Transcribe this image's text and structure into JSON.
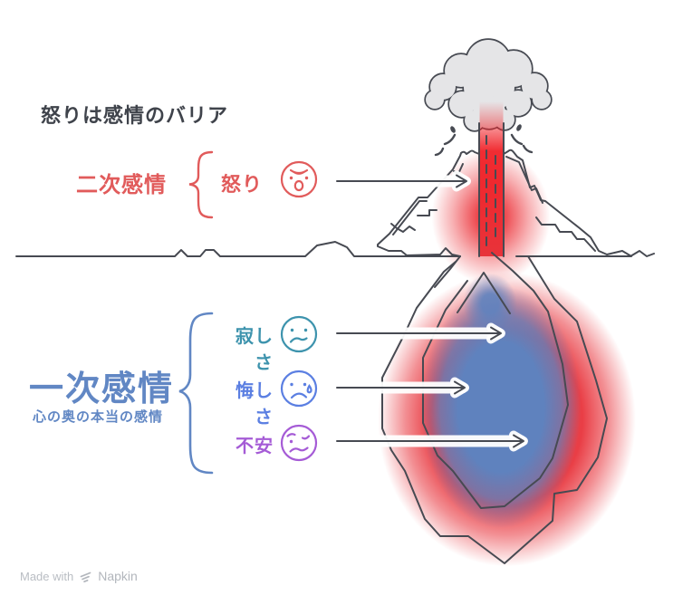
{
  "title": "怒りは感情のバリア",
  "secondary_emotion": {
    "label": "二次感情",
    "items": [
      {
        "name": "怒り",
        "icon": "angry-face-icon"
      }
    ]
  },
  "primary_emotion": {
    "label": "一次感情",
    "subtitle": "心の奥の本当の感情",
    "items": [
      {
        "name": "寂しさ",
        "icon": "lonely-face-icon"
      },
      {
        "name": "悔しさ",
        "icon": "crying-face-icon"
      },
      {
        "name": "不安",
        "icon": "anxious-face-icon"
      }
    ]
  },
  "footer": {
    "made_with": "Made with",
    "brand": "Napkin"
  },
  "colors": {
    "secondary_red": "#e15b5b",
    "primary_blue": "#6187c4",
    "loneliness_teal": "#3d93ad",
    "regret_blue": "#5b7fe2",
    "anxiety_purple": "#a55bd6",
    "lava_red": "#ee2a30",
    "magma_blue": "#5f82be",
    "line_dark": "#474a52",
    "cloud_gray": "#e5e5e7"
  }
}
